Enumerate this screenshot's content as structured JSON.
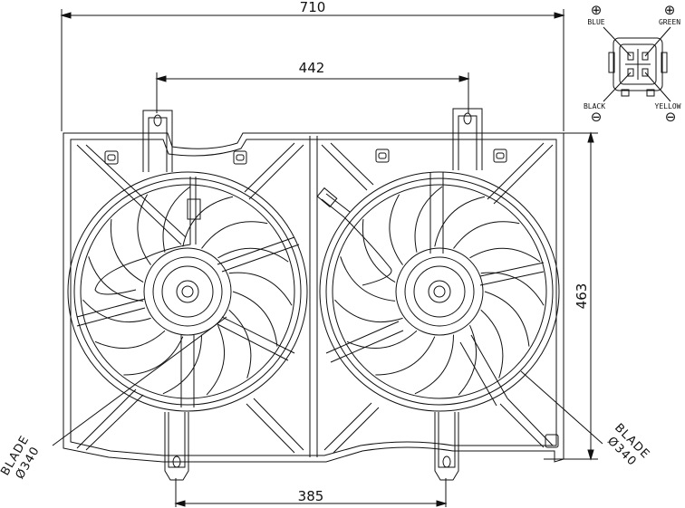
{
  "dimensions": {
    "overall_width": "710",
    "mount_spacing": "442",
    "bottom_spacing": "385",
    "height": "463"
  },
  "fans": {
    "left_blade_label": "BLADE",
    "left_blade_dia": "Ø340",
    "right_blade_label": "BLADE",
    "right_blade_dia": "Ø340"
  },
  "connector": {
    "blue": "BLUE",
    "green": "GREEN",
    "black": "BLACK",
    "yellow": "YELLOW",
    "plus_symbol": "⊕",
    "minus_symbol": "⊖"
  }
}
